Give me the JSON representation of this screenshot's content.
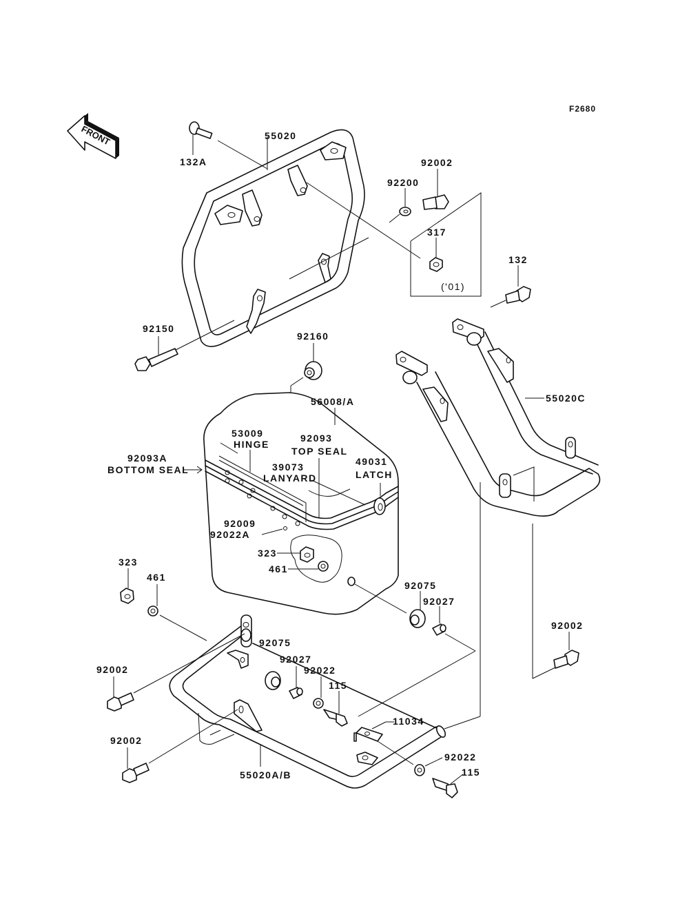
{
  "diagram": {
    "figure_code": "F2680",
    "front_indicator": "FRONT",
    "year_note": "('01)",
    "labels": {
      "bolt_132A": "132A",
      "frame_55020": "55020",
      "bolt_92002_top": "92002",
      "washer_92200": "92200",
      "nut_317": "317",
      "bolt_132": "132",
      "bolt_92150": "92150",
      "grommet_92160": "92160",
      "frame_55020C": "55020C",
      "case_56008A": "56008/A",
      "hinge_num": "53009",
      "hinge_name": "HINGE",
      "top_seal_num": "92093",
      "top_seal_name": "TOP SEAL",
      "bottom_seal_num": "92093A",
      "bottom_seal_name": "BOTTOM SEAL",
      "lanyard_num": "39073",
      "lanyard_name": "LANYARD",
      "latch_num": "49031",
      "latch_name": "LATCH",
      "rivet_92009": "92009",
      "washer_92022A": "92022A",
      "nut_323_inner": "323",
      "washer_461_inner": "461",
      "nut_323_outer": "323",
      "washer_461_outer": "461",
      "grommet_92075_right": "92075",
      "collar_92027_right": "92027",
      "grommet_92075_left": "92075",
      "collar_92027_left": "92027",
      "washer_92022_mid": "92022",
      "bolt_115_mid": "115",
      "bracket_11034": "11034",
      "washer_92022_low": "92022",
      "bolt_115_low": "115",
      "bolt_92002_left": "92002",
      "bolt_92002_lowleft": "92002",
      "bolt_92002_right": "92002",
      "frame_55020AB": "55020A/B"
    }
  }
}
